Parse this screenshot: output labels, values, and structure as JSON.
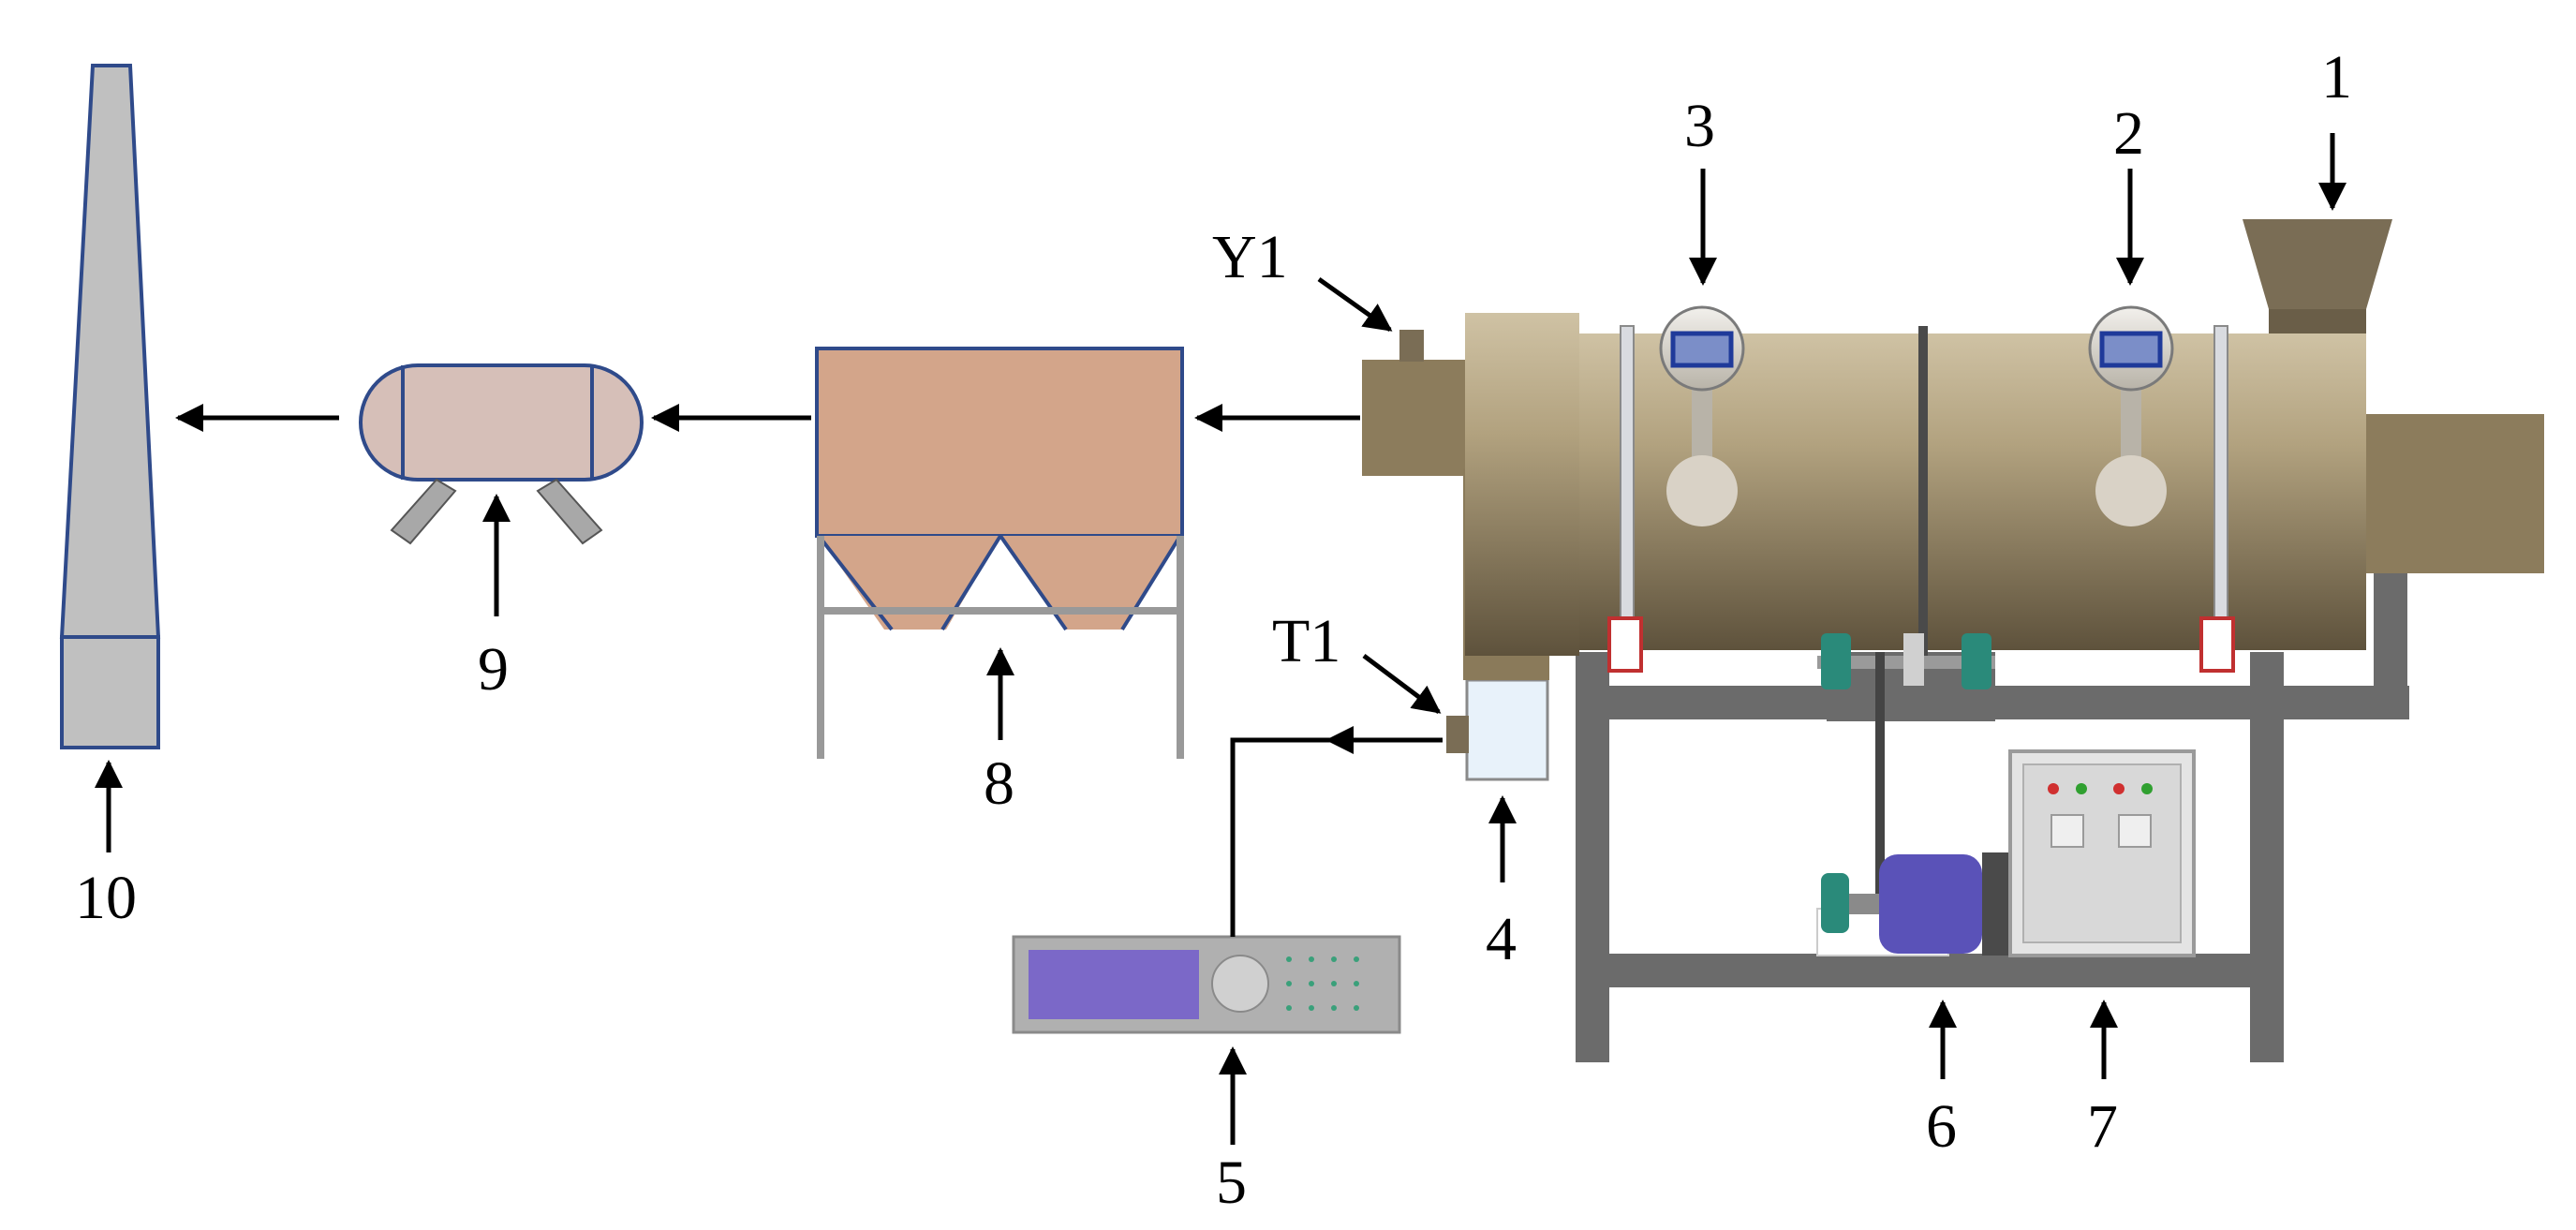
{
  "labels": {
    "n1": "1",
    "n2": "2",
    "n3": "3",
    "n4": "4",
    "n5": "5",
    "n6": "6",
    "n7": "7",
    "n8": "8",
    "n9": "9",
    "n10": "10",
    "y1": "Y1",
    "t1": "T1"
  },
  "colors": {
    "drum": "#9c8b68",
    "hopper": "#7a6d55",
    "frame": "#6b6b6b",
    "dust_box": "#d3a58a",
    "cyclone": "#d6bfb8",
    "chimney": "#c0c0c0",
    "outline": "#2f4a8a",
    "meter_screen": "#7b68c8",
    "motor": "#5a52b8",
    "coupling": "#2a8a7a"
  },
  "icons": {
    "chimney": "chimney-icon",
    "cyclone": "cyclone-separator-icon",
    "dust_collector": "dust-collector-icon",
    "dryer_drum": "rotary-drum-icon",
    "sensor": "temperature-sensor-icon",
    "meter": "temperature-meter-icon",
    "motor": "motor-icon",
    "cabinet": "control-cabinet-icon",
    "hopper": "feed-hopper-icon"
  }
}
